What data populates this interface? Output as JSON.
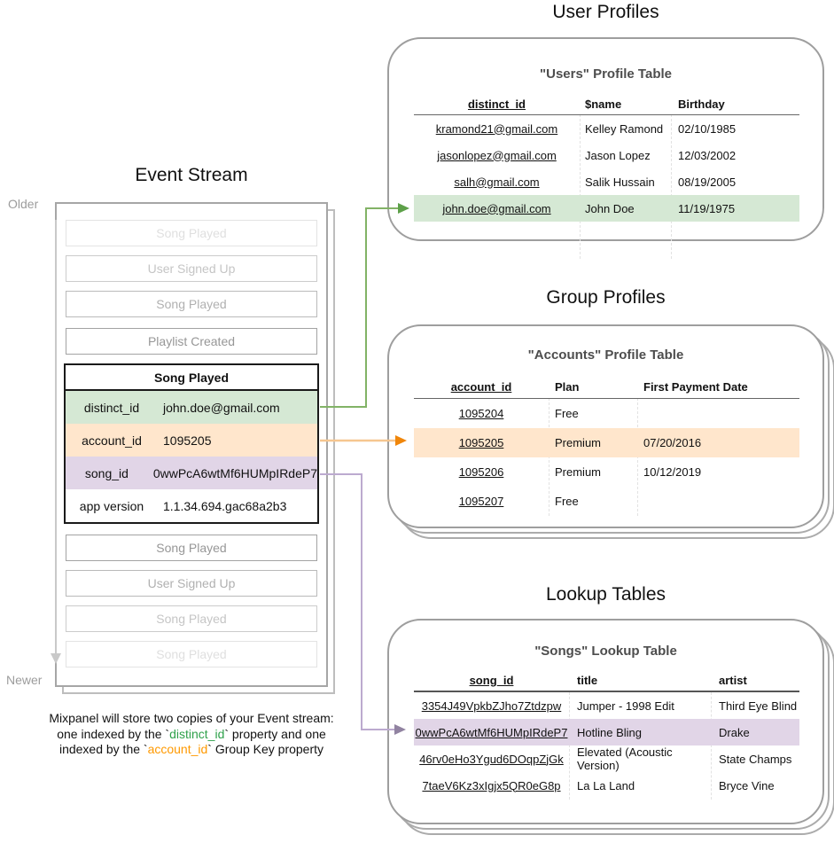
{
  "titles": {
    "event_stream": "Event Stream",
    "user_profiles": "User Profiles",
    "group_profiles": "Group Profiles",
    "lookup_tables": "Lookup Tables"
  },
  "timeline": {
    "older": "Older",
    "newer": "Newer"
  },
  "event_stream": {
    "events_before": [
      {
        "label": "Song Played"
      },
      {
        "label": "User Signed Up"
      },
      {
        "label": "Song Played"
      },
      {
        "label": "Playlist Created"
      }
    ],
    "selected": {
      "name": "Song Played",
      "properties": [
        {
          "key": "distinct_id",
          "value": "john.doe@gmail.com",
          "highlight": "green"
        },
        {
          "key": "account_id",
          "value": "1095205",
          "highlight": "orange"
        },
        {
          "key": "song_id",
          "value": "0wwPcA6wtMf6HUMpIRdeP7",
          "highlight": "purple"
        },
        {
          "key": "app version",
          "value": "1.1.34.694.gac68a2b3",
          "highlight": "none"
        }
      ]
    },
    "events_after": [
      {
        "label": "Song Played"
      },
      {
        "label": "User Signed Up"
      },
      {
        "label": "Song Played"
      },
      {
        "label": "Song Played"
      }
    ]
  },
  "caption": {
    "l1": "Mixpanel will store two copies of your Event stream:",
    "l2a": "one indexed by the `",
    "l2b": "distinct_id",
    "l2c": "` property and one",
    "l3a": "indexed by the `",
    "l3b": "account_id",
    "l3c": "` Group Key property"
  },
  "users_table": {
    "title": "\"Users\" Profile Table",
    "headers": [
      "distinct_id",
      "$name",
      "Birthday"
    ],
    "rows": [
      {
        "cells": [
          "kramond21@gmail.com",
          "Kelley Ramond",
          "02/10/1985"
        ],
        "highlight": "none"
      },
      {
        "cells": [
          "jasonlopez@gmail.com",
          "Jason Lopez",
          "12/03/2002"
        ],
        "highlight": "none"
      },
      {
        "cells": [
          "salh@gmail.com",
          "Salik Hussain",
          "08/19/2005"
        ],
        "highlight": "none"
      },
      {
        "cells": [
          "john.doe@gmail.com",
          "John Doe",
          "11/19/1975"
        ],
        "highlight": "green"
      }
    ]
  },
  "accounts_table": {
    "title": "\"Accounts\" Profile Table",
    "headers": [
      "account_id",
      "Plan",
      "First Payment Date"
    ],
    "rows": [
      {
        "cells": [
          "1095204",
          "Free",
          ""
        ],
        "highlight": "none"
      },
      {
        "cells": [
          "1095205",
          "Premium",
          "07/20/2016"
        ],
        "highlight": "orange"
      },
      {
        "cells": [
          "1095206",
          "Premium",
          "10/12/2019"
        ],
        "highlight": "none"
      },
      {
        "cells": [
          "1095207",
          "Free",
          ""
        ],
        "highlight": "none"
      }
    ]
  },
  "songs_table": {
    "title": "\"Songs\" Lookup Table",
    "headers": [
      "song_id",
      "title",
      "artist"
    ],
    "rows": [
      {
        "cells": [
          "3354J49VpkbZJho7Ztdzpw",
          "Jumper - 1998 Edit",
          "Third Eye Blind"
        ],
        "highlight": "none"
      },
      {
        "cells": [
          "0wwPcA6wtMf6HUMpIRdeP7",
          "Hotline Bling",
          "Drake"
        ],
        "highlight": "purple"
      },
      {
        "cells": [
          "46rv0eHo3Ygud6DOqpZjGk",
          "Elevated (Acoustic Version)",
          "State Champs"
        ],
        "highlight": "none"
      },
      {
        "cells": [
          "7taeV6Kz3xIgjx5QR0eG8p",
          "La La Land",
          "Bryce Vine"
        ],
        "highlight": "none"
      }
    ]
  },
  "colors": {
    "highlight_green": "#d5e8d4",
    "highlight_orange": "#ffe6cc",
    "highlight_purple": "#e1d5e7",
    "arrow_green": "#82b366",
    "arrow_orange": "#f0860a",
    "arrow_purple": "#9183a1",
    "keyword_green": "#2fa14b",
    "keyword_orange": "#ff9900"
  }
}
